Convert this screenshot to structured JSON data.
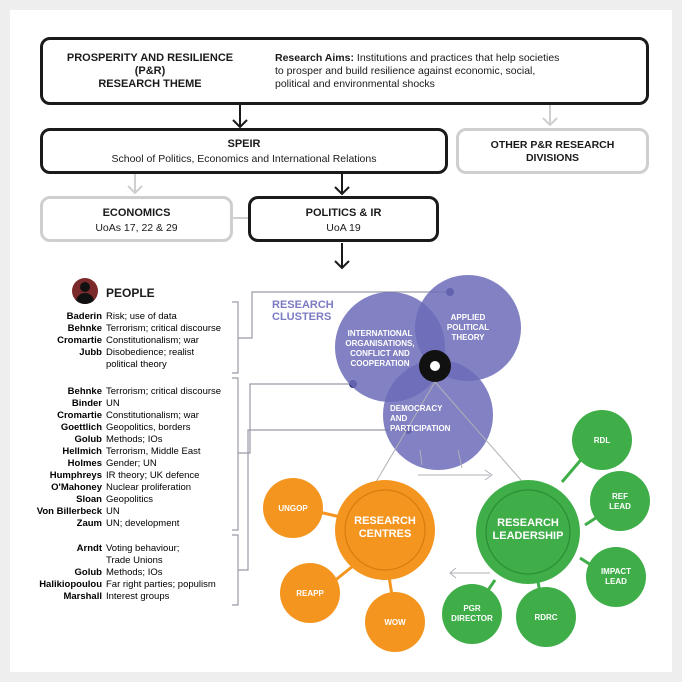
{
  "theme": {
    "title_lines": [
      "PROSPERITY AND RESILIENCE",
      "(P&R)",
      "RESEARCH THEME"
    ],
    "aims_label": "Research Aims:",
    "aims_text_lines": [
      "Institutions and practices that help societies",
      "to prosper and build resilience against economic, social,",
      "political and environmental shocks"
    ]
  },
  "speir": {
    "title": "SPEIR",
    "subtitle": "School of Politics, Economics and International Relations"
  },
  "other": {
    "title_lines": [
      "OTHER P&R RESEARCH",
      "DIVISIONS"
    ]
  },
  "economics": {
    "title": "ECONOMICS",
    "subtitle": "UoAs 17, 22 & 29"
  },
  "politics": {
    "title": "POLITICS & IR",
    "subtitle": "UoA 19"
  },
  "people": {
    "heading": "PEOPLE",
    "groups": [
      [
        {
          "name": "Baderin",
          "topic": "Risk; use of data"
        },
        {
          "name": "Behnke",
          "topic": "Terrorism; critical discourse"
        },
        {
          "name": "Cromartie",
          "topic": "Constitutionalism; war"
        },
        {
          "name": "Jubb",
          "topic": "Disobedience; realist"
        },
        {
          "name": "",
          "topic": "political theory"
        }
      ],
      [
        {
          "name": "Behnke",
          "topic": "Terrorism; critical discourse"
        },
        {
          "name": "Binder",
          "topic": "UN"
        },
        {
          "name": "Cromartie",
          "topic": "Constitutionalism; war"
        },
        {
          "name": "Goettlich",
          "topic": "Geopolitics, borders"
        },
        {
          "name": "Golub",
          "topic": "Methods; IOs"
        },
        {
          "name": "Hellmich",
          "topic": "Terrorism, Middle East"
        },
        {
          "name": "Holmes",
          "topic": "Gender; UN"
        },
        {
          "name": "Humphreys",
          "topic": "IR theory; UK defence"
        },
        {
          "name": "O'Mahoney",
          "topic": "Nuclear proliferation"
        },
        {
          "name": "Sloan",
          "topic": "Geopolitics"
        },
        {
          "name": "Von Billerbeck",
          "topic": "UN"
        },
        {
          "name": "Zaum",
          "topic": "UN; development"
        }
      ],
      [
        {
          "name": "Arndt",
          "topic": "Voting behaviour;"
        },
        {
          "name": "",
          "topic": "Trade Unions"
        },
        {
          "name": "Golub",
          "topic": "Methods; IOs"
        },
        {
          "name": "Halikiopoulou",
          "topic": "Far right parties; populism"
        },
        {
          "name": "Marshall",
          "topic": "Interest groups"
        }
      ]
    ]
  },
  "clusters": {
    "heading_lines": [
      "RESEARCH",
      "CLUSTERS"
    ],
    "items": [
      {
        "lines": [
          "INTERNATIONAL",
          "ORGANISATIONS,",
          "CONFLICT AND",
          "COOPERATION"
        ]
      },
      {
        "lines": [
          "APPLIED",
          "POLITICAL",
          "THEORY"
        ]
      },
      {
        "lines": [
          "DEMOCRACY",
          "AND",
          "PARTICIPATION"
        ]
      }
    ]
  },
  "centres": {
    "title_lines": [
      "RESEARCH",
      "CENTRES"
    ],
    "items": [
      {
        "label": "UNGOP"
      },
      {
        "label": "REAPP"
      },
      {
        "label": "WOW"
      }
    ]
  },
  "leadership": {
    "title_lines": [
      "RESEARCH",
      "LEADERSHIP"
    ],
    "items": [
      {
        "lines": [
          "RDL"
        ]
      },
      {
        "lines": [
          "REF",
          "LEAD"
        ]
      },
      {
        "lines": [
          "IMPACT",
          "LEAD"
        ]
      },
      {
        "lines": [
          "RDRC"
        ]
      },
      {
        "lines": [
          "PGR",
          "DIRECTOR"
        ]
      }
    ]
  },
  "colors": {
    "purple": "#6b6bb8",
    "orange": "#f4951f",
    "green": "#3fae49",
    "dark": "#1a1a1a",
    "grey": "#cfcfcf",
    "cluster_heading": "#7b7bc4"
  }
}
